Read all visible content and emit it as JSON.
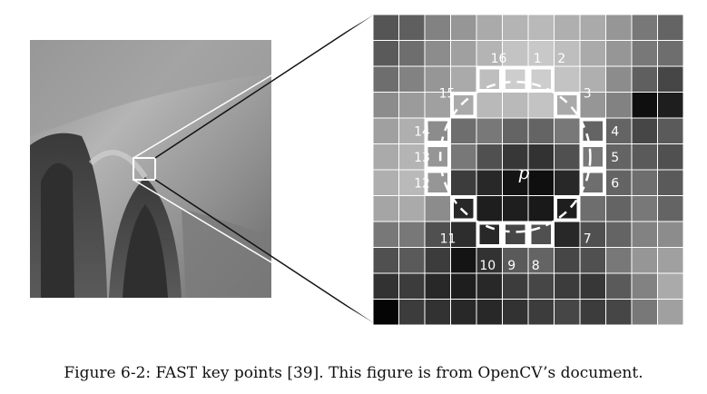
{
  "figure": {
    "caption": "Figure 6-2: FAST key points [39]. This figure is from OpenCV’s document.",
    "center_label": "p",
    "circle_labels": [
      "1",
      "2",
      "3",
      "4",
      "5",
      "6",
      "7",
      "8",
      "9",
      "10",
      "11",
      "12",
      "13",
      "14",
      "15",
      "16"
    ],
    "grid_size": 12,
    "grayscale_values": [
      [
        85,
        95,
        130,
        150,
        170,
        180,
        185,
        175,
        170,
        150,
        120,
        100
      ],
      [
        90,
        110,
        140,
        160,
        180,
        195,
        200,
        190,
        170,
        150,
        120,
        110
      ],
      [
        110,
        130,
        150,
        170,
        190,
        205,
        205,
        195,
        175,
        140,
        95,
        70
      ],
      [
        140,
        155,
        160,
        170,
        185,
        185,
        195,
        170,
        150,
        130,
        15,
        30
      ],
      [
        160,
        175,
        140,
        110,
        120,
        100,
        100,
        120,
        100,
        100,
        70,
        90
      ],
      [
        170,
        180,
        150,
        120,
        80,
        55,
        50,
        80,
        120,
        100,
        90,
        80
      ],
      [
        175,
        185,
        150,
        60,
        40,
        20,
        15,
        40,
        110,
        100,
        110,
        90
      ],
      [
        165,
        170,
        140,
        40,
        30,
        30,
        25,
        30,
        110,
        100,
        120,
        100
      ],
      [
        120,
        120,
        80,
        45,
        40,
        70,
        80,
        40,
        80,
        100,
        130,
        140
      ],
      [
        80,
        90,
        60,
        20,
        50,
        90,
        100,
        70,
        80,
        120,
        150,
        160
      ],
      [
        50,
        60,
        40,
        30,
        40,
        60,
        70,
        60,
        55,
        90,
        130,
        170
      ],
      [
        5,
        60,
        50,
        40,
        40,
        50,
        60,
        70,
        60,
        70,
        120,
        160
      ]
    ],
    "circle_pixels": [
      [
        2,
        5
      ],
      [
        2,
        6
      ],
      [
        3,
        7
      ],
      [
        4,
        8
      ],
      [
        5,
        8
      ],
      [
        6,
        8
      ],
      [
        7,
        7
      ],
      [
        8,
        6
      ],
      [
        8,
        5
      ],
      [
        8,
        4
      ],
      [
        7,
        3
      ],
      [
        6,
        2
      ],
      [
        5,
        2
      ],
      [
        4,
        2
      ],
      [
        3,
        3
      ],
      [
        2,
        4
      ]
    ]
  }
}
